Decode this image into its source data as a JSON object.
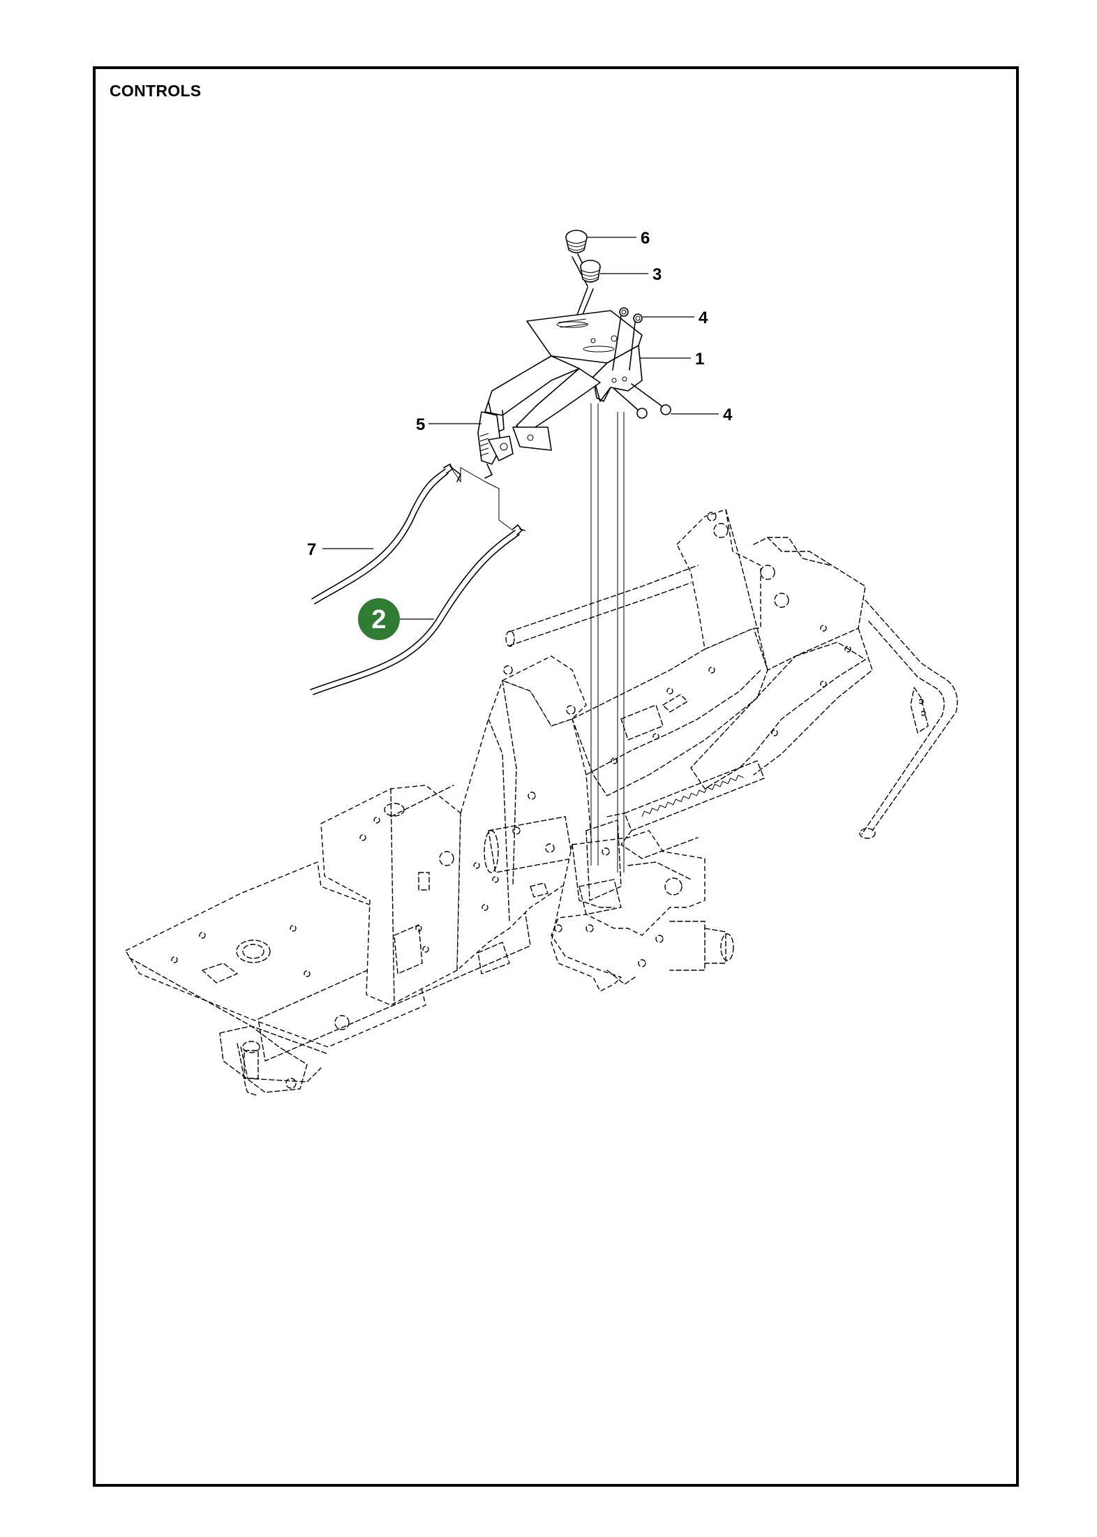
{
  "page": {
    "title": "CONTROLS"
  },
  "callouts": [
    {
      "id": "callout-6",
      "label": "6"
    },
    {
      "id": "callout-3",
      "label": "3"
    },
    {
      "id": "callout-4a",
      "label": "4"
    },
    {
      "id": "callout-1",
      "label": "1"
    },
    {
      "id": "callout-4b",
      "label": "4"
    },
    {
      "id": "callout-5",
      "label": "5"
    },
    {
      "id": "callout-7",
      "label": "7"
    }
  ],
  "highlight": {
    "label": "2",
    "color": "#2e7d32"
  },
  "colors": {
    "line": "#000000",
    "background": "#ffffff",
    "highlight": "#2e7d32"
  }
}
